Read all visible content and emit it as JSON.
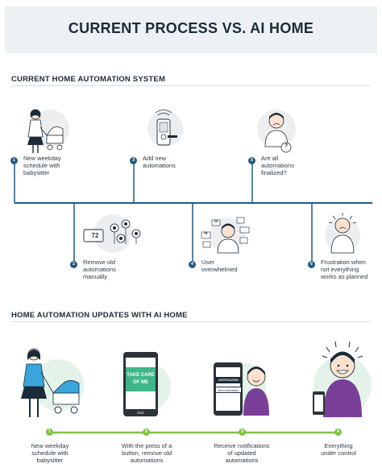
{
  "title": "CURRENT PROCESS VS. AI HOME",
  "current": {
    "heading": "CURRENT HOME AUTOMATION SYSTEM",
    "steps": [
      {
        "num": "1",
        "text": "New weekday\nschedule with\nbabysitter"
      },
      {
        "num": "2",
        "text": "Remove old\nautomations\nmanually"
      },
      {
        "num": "3",
        "text": "Add new\nautomations"
      },
      {
        "num": "4",
        "text": "User\noverwhelmed"
      },
      {
        "num": "5",
        "text": "Are all\nautomations\nfinalized?"
      },
      {
        "num": "6",
        "text": "Frustration when\nnot everything\nworks as planned"
      }
    ],
    "thermostat_value": "72",
    "device_labels": [
      "12",
      "78"
    ],
    "question_mark": "?"
  },
  "ai": {
    "heading": "HOME AUTOMATION UPDATES WITH AI HOME",
    "phone_button": "TAKE CARE\nOF ME",
    "notification_title": "NOTIFICATION",
    "notification_item": "New Automation",
    "steps": [
      {
        "num": "1",
        "text": "New weekday\nschedule with\nbabysitter"
      },
      {
        "num": "2",
        "text": "With the press of a\nbutton, remove old\nautomations"
      },
      {
        "num": "3",
        "text": "Receive notifications\nof updated\nautomations"
      },
      {
        "num": "4",
        "text": "Everything\nunder control"
      }
    ]
  },
  "colors": {
    "navy": "#1f5a86",
    "green": "#7dc242",
    "accent_green": "#3fb58a",
    "purple": "#7a3f98",
    "light_green_circle": "#e3f3ea",
    "light_gray_circle": "#eceeef"
  }
}
